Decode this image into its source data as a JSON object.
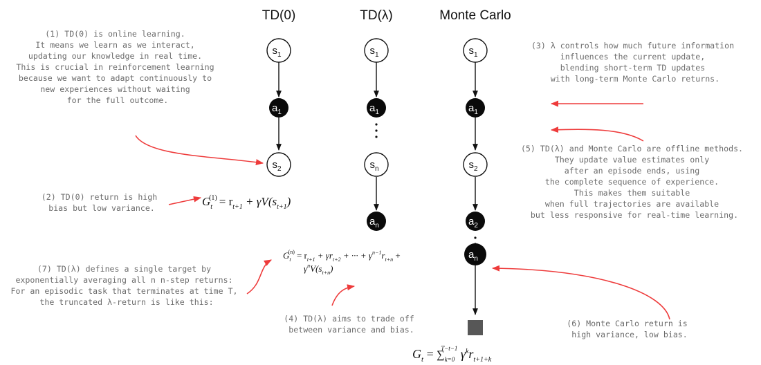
{
  "columns": {
    "td0": {
      "title": "TD(0)",
      "nodes": [
        {
          "base": "s",
          "sub": "1",
          "kind": "state"
        },
        {
          "base": "a",
          "sub": "1",
          "kind": "action"
        },
        {
          "base": "s",
          "sub": "2",
          "kind": "state"
        }
      ]
    },
    "tdl": {
      "title": "TD(λ)",
      "nodes": [
        {
          "base": "s",
          "sub": "1",
          "kind": "state"
        },
        {
          "base": "a",
          "sub": "1",
          "kind": "action"
        },
        {
          "base": "s",
          "sub": "n",
          "kind": "state"
        },
        {
          "base": "a",
          "sub": "n",
          "kind": "action"
        }
      ]
    },
    "mc": {
      "title": "Monte Carlo",
      "nodes": [
        {
          "base": "s",
          "sub": "1",
          "kind": "state"
        },
        {
          "base": "a",
          "sub": "1",
          "kind": "action"
        },
        {
          "base": "s",
          "sub": "2",
          "kind": "state"
        },
        {
          "base": "a",
          "sub": "2",
          "kind": "action"
        },
        {
          "base": "a",
          "sub": "n",
          "kind": "action"
        }
      ]
    }
  },
  "notes": {
    "n1": [
      "(1) TD(0) is online learning.",
      "It means we learn as we interact,",
      "updating our knowledge in real time.",
      "This is crucial in reinforcement learning",
      "because we want to adapt continuously to",
      "new experiences without waiting",
      "for the full outcome."
    ],
    "n2": [
      "(2) TD(0) return is high",
      "bias but low variance."
    ],
    "n3": [
      "(3) λ controls how much future information",
      "influences the current update,",
      "blending short-term TD updates",
      "with long-term Monte Carlo returns."
    ],
    "n4": [
      "(4) TD(λ)  aims to trade off",
      "between variance and bias."
    ],
    "n5": [
      "(5) TD(λ) and Monte Carlo are offline methods.",
      "They update value estimates only",
      "after an episode ends, using",
      "the complete sequence of experience.",
      "This makes them suitable",
      "when full trajectories are available",
      "but less responsive for real-time learning."
    ],
    "n6": [
      "(6) Monte Carlo return is",
      "high variance, low bias."
    ],
    "n7": [
      "(7) TD(λ) defines a single target by",
      "exponentially averaging all n n-step returns:",
      "For an episodic task that terminates at time T,",
      "the truncated λ-return is like this:"
    ]
  },
  "formulas": {
    "td0_return": {
      "lhs": "G",
      "lhs_sub": "t",
      "lhs_sup": "(1)",
      "rhs": "= r",
      "rhs_sub": "t+1",
      "mid": " + γV(s",
      "mid_sub": "t+1",
      "end": ")"
    },
    "nstep_line1": {
      "lhs": "G",
      "lhs_sub": "t",
      "lhs_sup": "(n)",
      "p1": "= r",
      "p1_sub": "t+1",
      "p2": " + γr",
      "p2_sub": "t+2",
      "p3": " + ··· + γ",
      "p3_sup": "n−1",
      "p4": "r",
      "p4_sub": "t+n",
      "p5": " +"
    },
    "nstep_line2": {
      "a": "γ",
      "a_sup": "n",
      "b": "V(s",
      "b_sub": "t+n",
      "c": ")"
    },
    "mc_return": {
      "lhs": "G",
      "lhs_sub": "t",
      "eq": " = ",
      "sum": "∑",
      "sum_sub": "k=0",
      "sum_sup": "T−t−1",
      "g": " γ",
      "g_sup": "k",
      "r": "r",
      "r_sub": "t+1+k"
    }
  },
  "colors": {
    "arrow_red": "#ee3b3b",
    "node_stroke": "#111111",
    "action_fill": "#0a0a0a",
    "note_text": "#6b6b6b",
    "terminal_fill": "#575757"
  }
}
